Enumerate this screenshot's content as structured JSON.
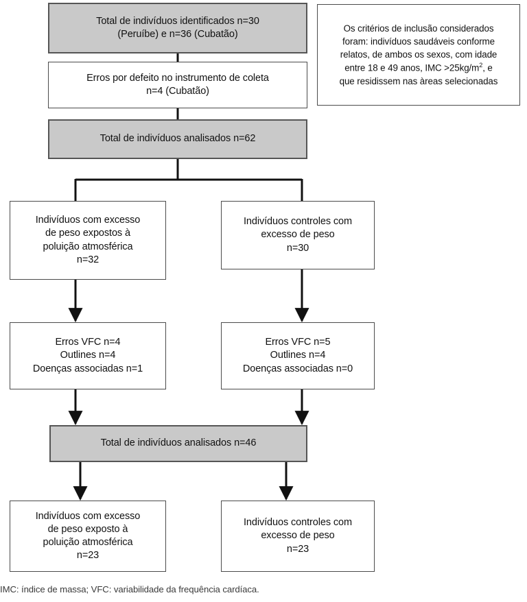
{
  "figure": {
    "type": "flowchart",
    "title_present": false,
    "colors": {
      "shaded_fill": "#c9c9c9",
      "plain_fill": "#ffffff",
      "border": "#4a4a4a",
      "text": "#111111",
      "footnote_text": "#3a3a3a",
      "connector": "#111111"
    }
  },
  "nodes": {
    "identified": {
      "text": "Total de indivíduos identificados n=30\n(Peruíbe) e n=36 (Cubatão)",
      "style": "shaded"
    },
    "errors_instrument": {
      "text": "Erros por defeito no instrumento de coleta\nn=4 (Cubatão)",
      "style": "plain"
    },
    "analyzed_62": {
      "text": "Total de indivíduos analisados n=62",
      "style": "shaded"
    },
    "exposed_group": {
      "text": "Indivíduos com excesso\nde peso expostos à\npoluição atmosférica\nn=32",
      "style": "plain"
    },
    "control_group": {
      "text": "Indivíduos controles com\nexcesso de peso\nn=30",
      "style": "plain"
    },
    "exposed_losses": {
      "text": "Erros VFC n=4\nOutlines n=4\nDoenças associadas n=1",
      "style": "plain"
    },
    "control_losses": {
      "text": "Erros VFC n=5\nOutlines n=4\nDoenças associadas n=0",
      "style": "plain"
    },
    "analyzed_46": {
      "text": "Total de indivíduos analisados n=46",
      "style": "shaded"
    },
    "exposed_final": {
      "text": "Indivíduos com excesso\nde peso exposto à\npoluição atmosférica\nn=23",
      "style": "plain"
    },
    "control_final": {
      "text": "Indivíduos controles com\nexcesso de peso\nn=23",
      "style": "plain"
    },
    "criteria_note": {
      "line1": "Os critérios de inclusão considerados",
      "line2": "foram: indivíduos saudáveis conforme",
      "line3": "relatos, de ambos os sexos, com idade",
      "line4_a": "entre 18 e 49 anos, IMC >25kg/m",
      "line4_sup": "2",
      "line4_b": ", e",
      "line5": "que residissem nas àreas selecionadas",
      "style": "note"
    }
  },
  "footnote": {
    "text": "IMC: índice de massa; VFC: variabilidade da frequência cardíaca."
  }
}
